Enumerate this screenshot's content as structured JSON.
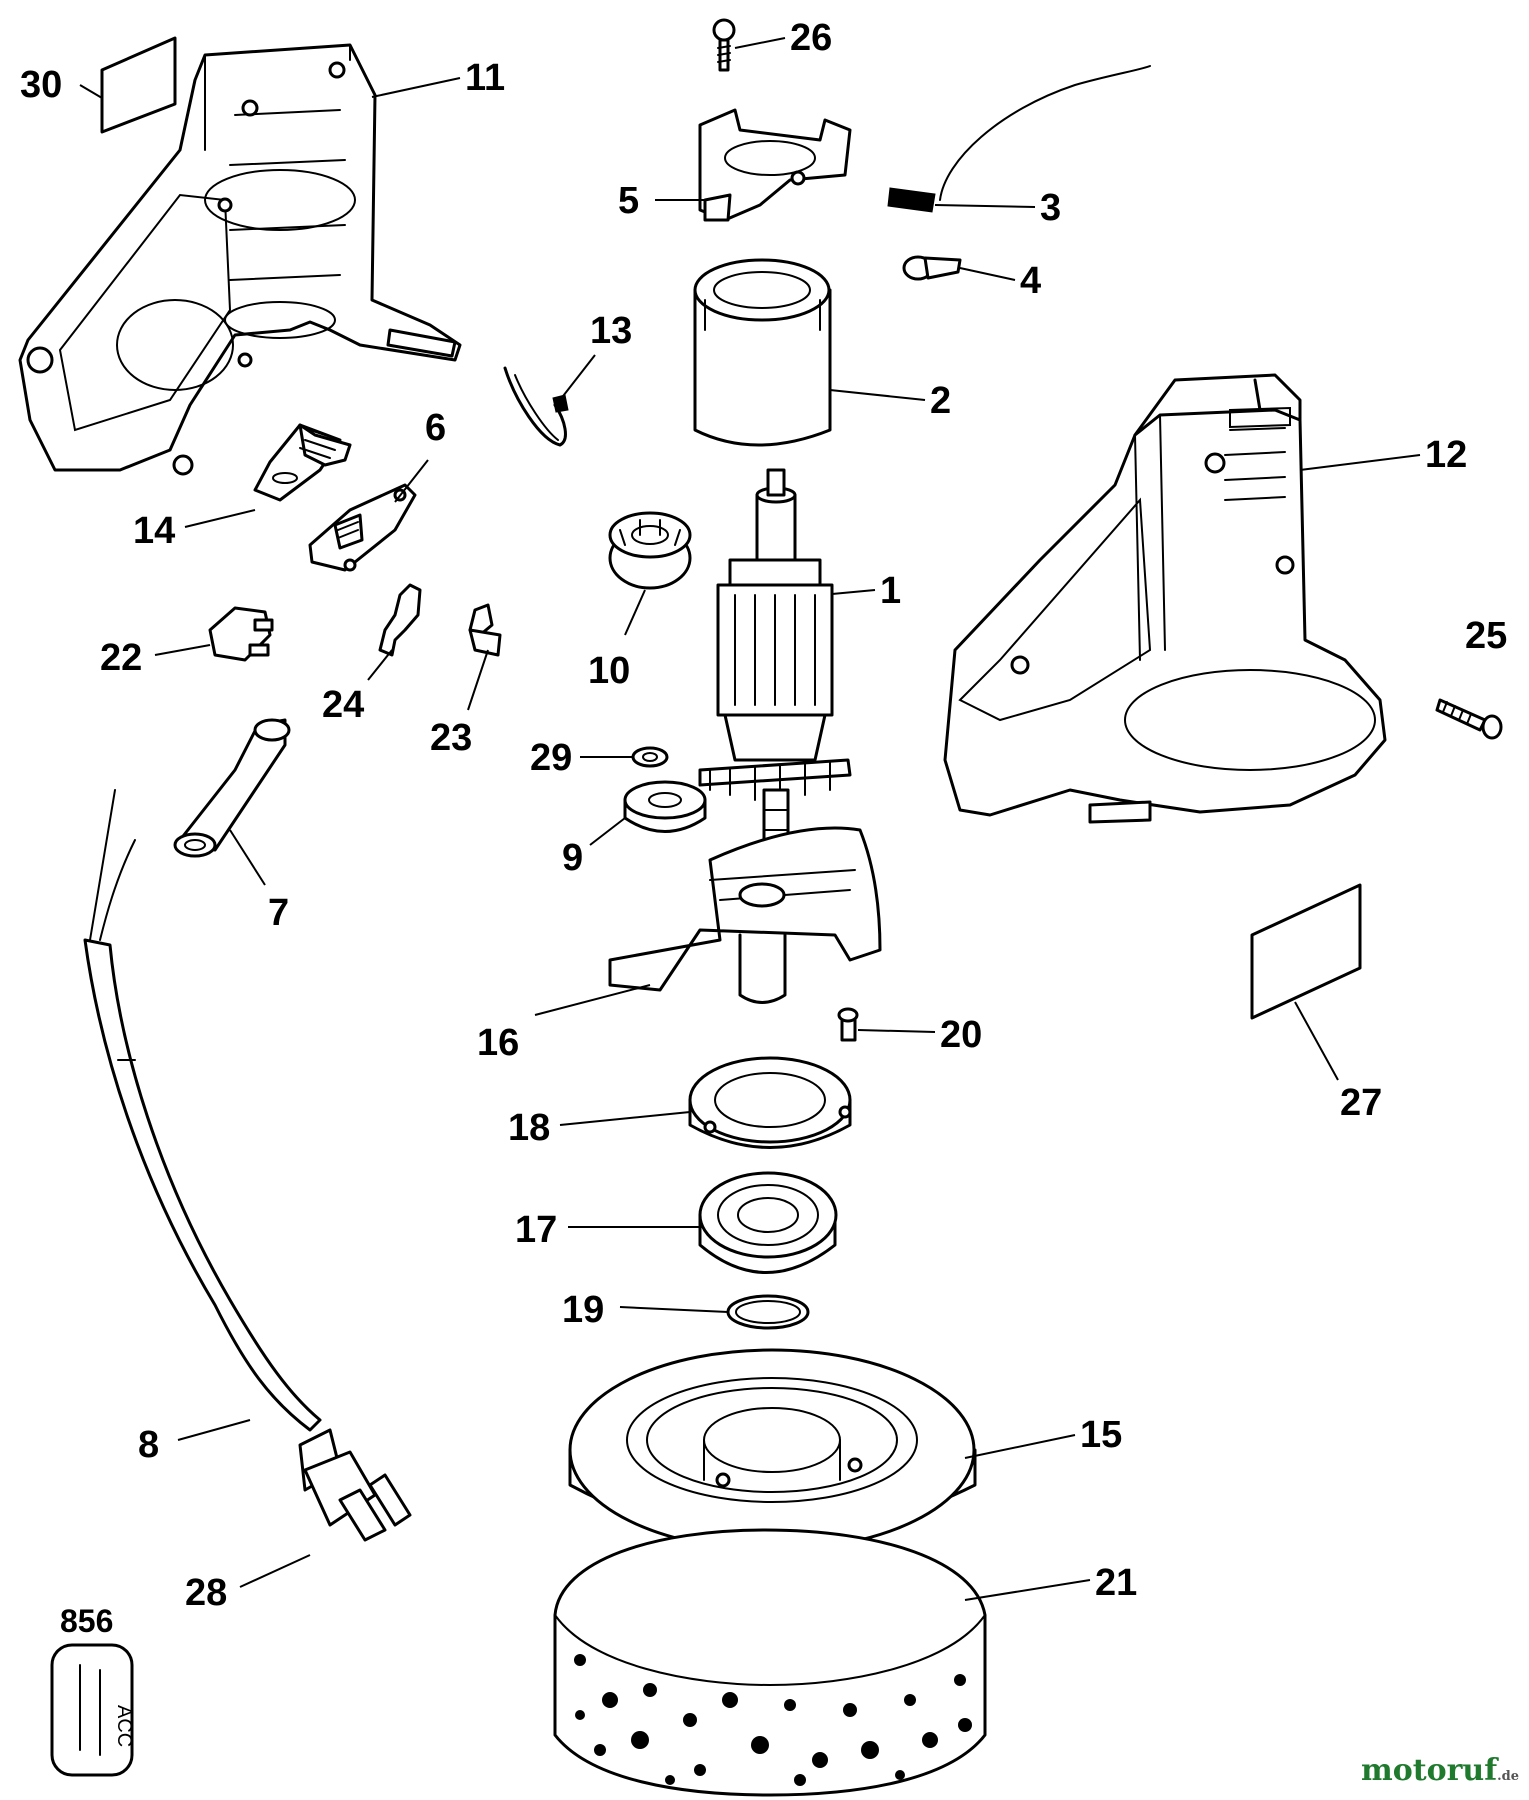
{
  "labels": {
    "p1": "1",
    "p2": "2",
    "p3": "3",
    "p4": "4",
    "p5": "5",
    "p6": "6",
    "p7": "7",
    "p8": "8",
    "p9": "9",
    "p10": "10",
    "p11": "11",
    "p12": "12",
    "p13": "13",
    "p14": "14",
    "p15": "15",
    "p16": "16",
    "p17": "17",
    "p18": "18",
    "p19": "19",
    "p20": "20",
    "p21": "21",
    "p22": "22",
    "p23": "23",
    "p24": "24",
    "p25": "25",
    "p26": "26",
    "p27": "27",
    "p28": "28",
    "p29": "29",
    "p30": "30",
    "p856": "856"
  },
  "nameplate_text": "ACC",
  "brand": {
    "name": "motoruf",
    "domain": ".de"
  }
}
